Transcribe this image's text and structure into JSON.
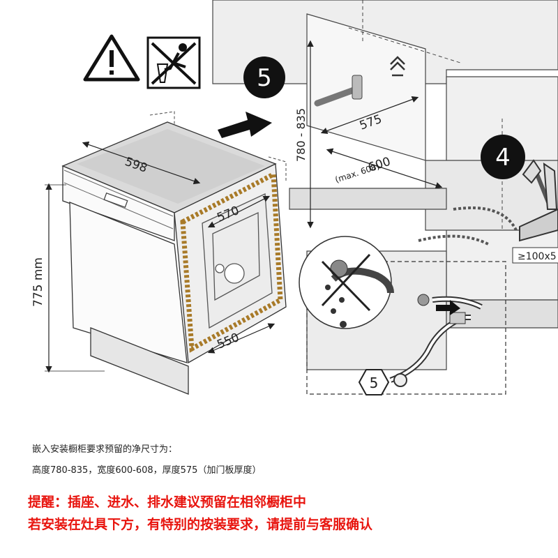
{
  "diagram": {
    "steps": {
      "five": "5",
      "four": "4",
      "five_hex": "5"
    },
    "dims": {
      "appliance_width": "598",
      "niche_top_depth": "570",
      "appliance_bottom_depth": "550",
      "appliance_height": "775 mm",
      "niche_height": "780 - 835",
      "niche_depth": "575",
      "niche_width": "600",
      "niche_width_max": "(max. 608)",
      "cutout": "≥100x5"
    },
    "icons": [
      "warning-triangle-icon",
      "no-disposal-icon",
      "no-leak-icon",
      "hose-connector-icon"
    ]
  },
  "caption": {
    "line1": "嵌入安装橱柜要求预留的净尺寸为：",
    "line2": "高度780-835，宽度600-608，厚度575（加门板厚度）"
  },
  "notice": {
    "line1": "提醒：插座、进水、排水建议预留在相邻橱柜中",
    "line2": "若安装在灶具下方，有特别的按装要求，请提前与客服确认"
  },
  "colors": {
    "notice": "#e8140e",
    "ink": "#222222",
    "shade": "#e9e9e9"
  }
}
